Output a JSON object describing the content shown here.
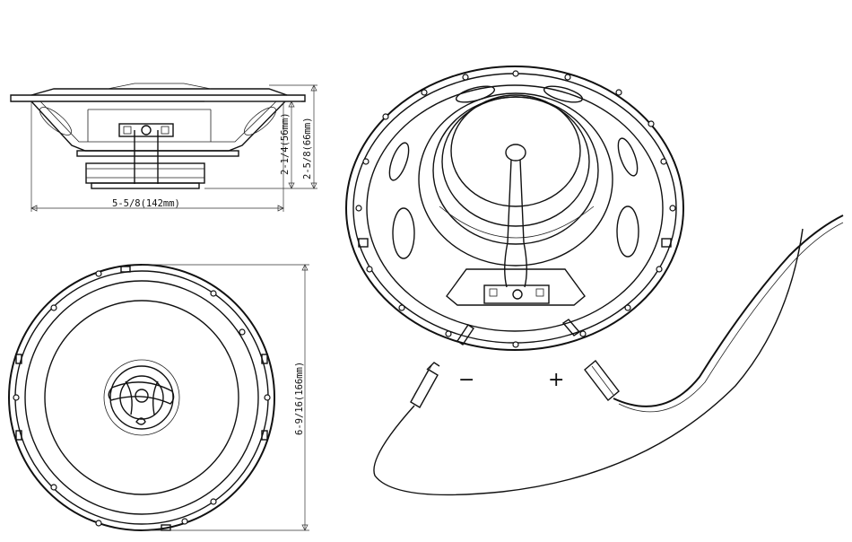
{
  "dimensions": {
    "width_label": "5-5/8(142mm)",
    "mount_depth_label": "2-1/4(56mm)",
    "total_depth_label": "2-5/8(66mm)",
    "diameter_label": "6-9/16(166mm)"
  },
  "terminals": {
    "negative": "−",
    "positive": "+"
  },
  "colors": {
    "line": "#111111",
    "background": "#ffffff"
  }
}
